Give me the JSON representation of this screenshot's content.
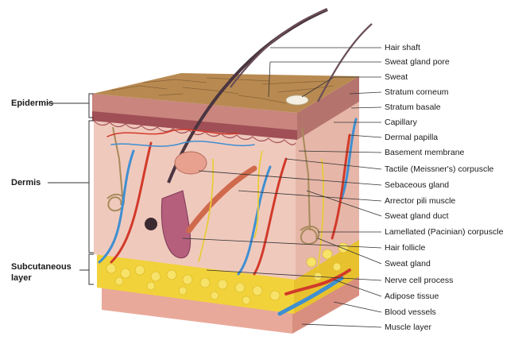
{
  "diagram": {
    "left_labels": {
      "epidermis": "Epidermis",
      "dermis": "Dermis",
      "subcutaneous_1": "Subcutaneous",
      "subcutaneous_2": "layer"
    },
    "right_labels": [
      "Hair shaft",
      "Sweat gland pore",
      "Sweat",
      "Stratum corneum",
      "Stratum basale",
      "Capillary",
      "Dermal papilla",
      "Basement membrane",
      "Tactile (Meissner's) corpuscle",
      "Sebaceous gland",
      "Arrector pili muscle",
      "Sweat gland duct",
      "Lamellated (Pacinian) corpuscle",
      "Hair follicle",
      "Sweat gland",
      "Nerve cell process",
      "Adipose tissue",
      "Blood vessels",
      "Muscle layer"
    ],
    "colors": {
      "epidermis_top": "#b88a52",
      "dermis": "#f0c9bd",
      "adipose": "#f2d23a",
      "muscle": "#e9a99a",
      "vein": "#3f8fd1",
      "artery": "#d23a2a",
      "nerve": "#e8cc3a"
    }
  }
}
